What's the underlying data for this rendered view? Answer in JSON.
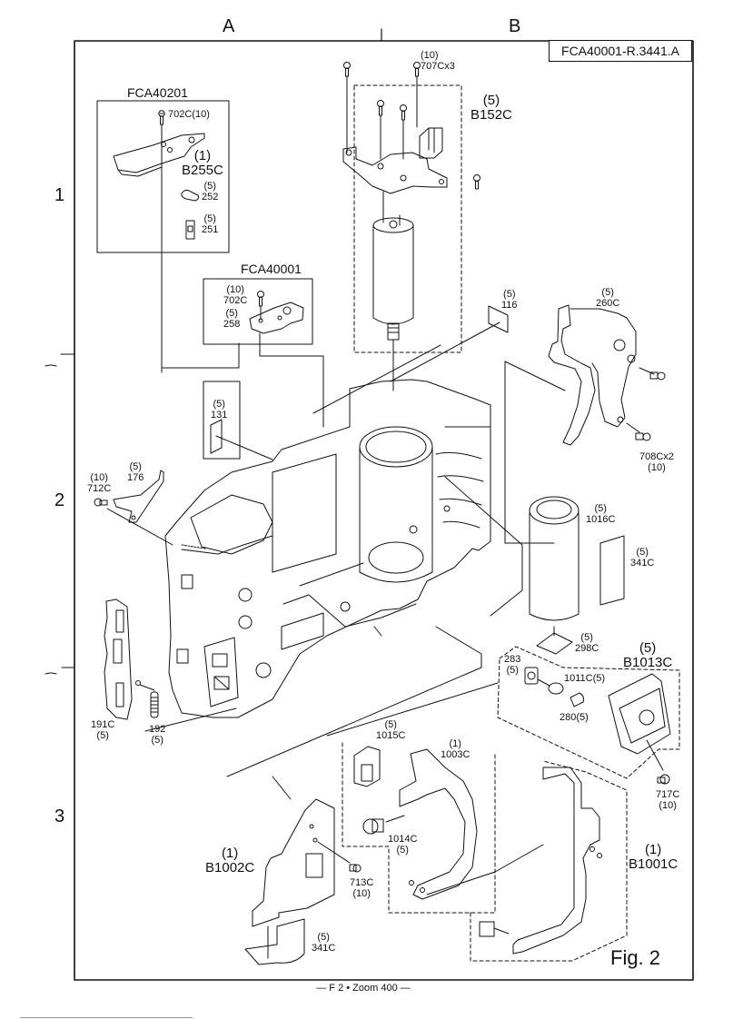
{
  "document": {
    "reference_code": "FCA40001-R.3441.A",
    "figure_label": "Fig.  2",
    "footer": "— F 2 • Zoom 400 —"
  },
  "grid": {
    "columns": [
      "A",
      "B"
    ],
    "rows": [
      "1",
      "2",
      "3"
    ]
  },
  "groups": [
    {
      "title": "FCA40201"
    },
    {
      "title": "FCA40001"
    }
  ],
  "parts": {
    "p702c_top": {
      "text": "702C(10)"
    },
    "b255c": {
      "qty": "(1)",
      "part": "B255C"
    },
    "p252": {
      "qty": "(5)",
      "part": "252"
    },
    "p251": {
      "qty": "(5)",
      "part": "251"
    },
    "p702c": {
      "qty": "(10)",
      "part": "702C"
    },
    "p258": {
      "qty": "(5)",
      "part": "258"
    },
    "p707c": {
      "qty": "(10)",
      "part": "707Cx3"
    },
    "b152c": {
      "qty": "(5)",
      "part": "B152C"
    },
    "p116": {
      "qty": "(5)",
      "part": "116"
    },
    "p260c": {
      "qty": "(5)",
      "part": "260C"
    },
    "p708c": {
      "part": "708Cx2",
      "qty": "(10)"
    },
    "p131": {
      "qty": "(5)",
      "part": "131"
    },
    "p176": {
      "qty": "(5)",
      "part": "176"
    },
    "p712c": {
      "qty": "(10)",
      "part": "712C"
    },
    "p1016c": {
      "qty": "(5)",
      "part": "1016C"
    },
    "p341c_right": {
      "qty": "(5)",
      "part": "341C"
    },
    "p298c": {
      "qty": "(5)",
      "part": "298C"
    },
    "b1013c": {
      "qty": "(5)",
      "part": "B1013C"
    },
    "p283": {
      "part": "283",
      "qty": "(5)"
    },
    "p1011c": {
      "text": "1011C(5)"
    },
    "p280": {
      "text": "280(5)"
    },
    "p717c": {
      "part": "717C",
      "qty": "(10)"
    },
    "p191c": {
      "part": "191C",
      "qty": "(5)"
    },
    "p192": {
      "part": "192",
      "qty": "(5)"
    },
    "p1015c": {
      "qty": "(5)",
      "part": "1015C"
    },
    "p1003c": {
      "qty": "(1)",
      "part": "1003C"
    },
    "p1014c": {
      "part": "1014C",
      "qty": "(5)"
    },
    "b1002c": {
      "qty": "(1)",
      "part": "B1002C"
    },
    "p713c": {
      "part": "713C",
      "qty": "(10)"
    },
    "p341c_bottom": {
      "qty": "(5)",
      "part": "341C"
    },
    "b1001c": {
      "qty": "(1)",
      "part": "B1001C"
    }
  }
}
